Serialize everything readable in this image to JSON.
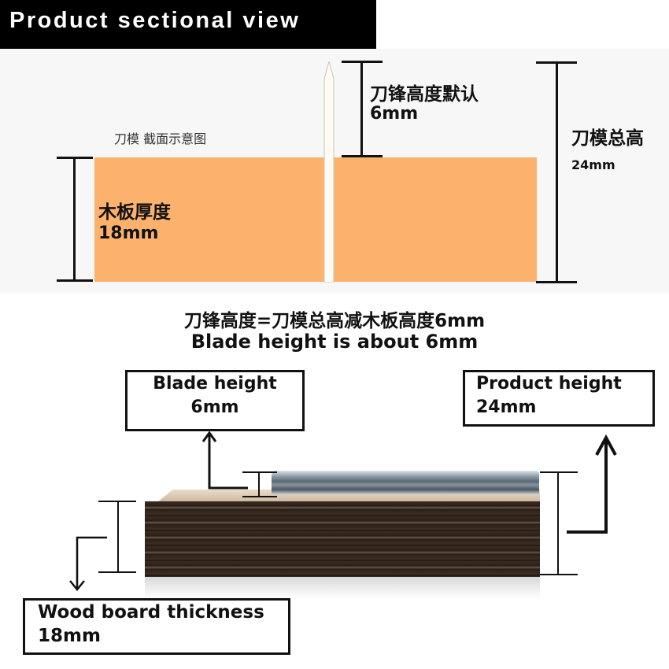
{
  "header": {
    "title": "Product sectional view"
  },
  "sectional_diagram": {
    "caption": "刀模  截面示意图",
    "blade_label_cn": "刀锋高度默认",
    "blade_value": "6mm",
    "total_label_cn": "刀模总高",
    "total_value": "24mm",
    "board_label_cn": "木板厚度",
    "board_value": "18mm",
    "colors": {
      "board": "#fcb26d",
      "panel_background": "#f7f7f7",
      "blade": "#fdfbf2"
    }
  },
  "formula": {
    "line_cn": "刀锋高度=刀模总高减木板高度6mm",
    "line_en": "Blade height is about 6mm"
  },
  "photo_callouts": {
    "blade": {
      "label": "Blade height",
      "value": "6mm"
    },
    "product": {
      "label": "Product height",
      "value": "24mm"
    },
    "board": {
      "label": "Wood board thickness",
      "value": "18mm"
    }
  }
}
